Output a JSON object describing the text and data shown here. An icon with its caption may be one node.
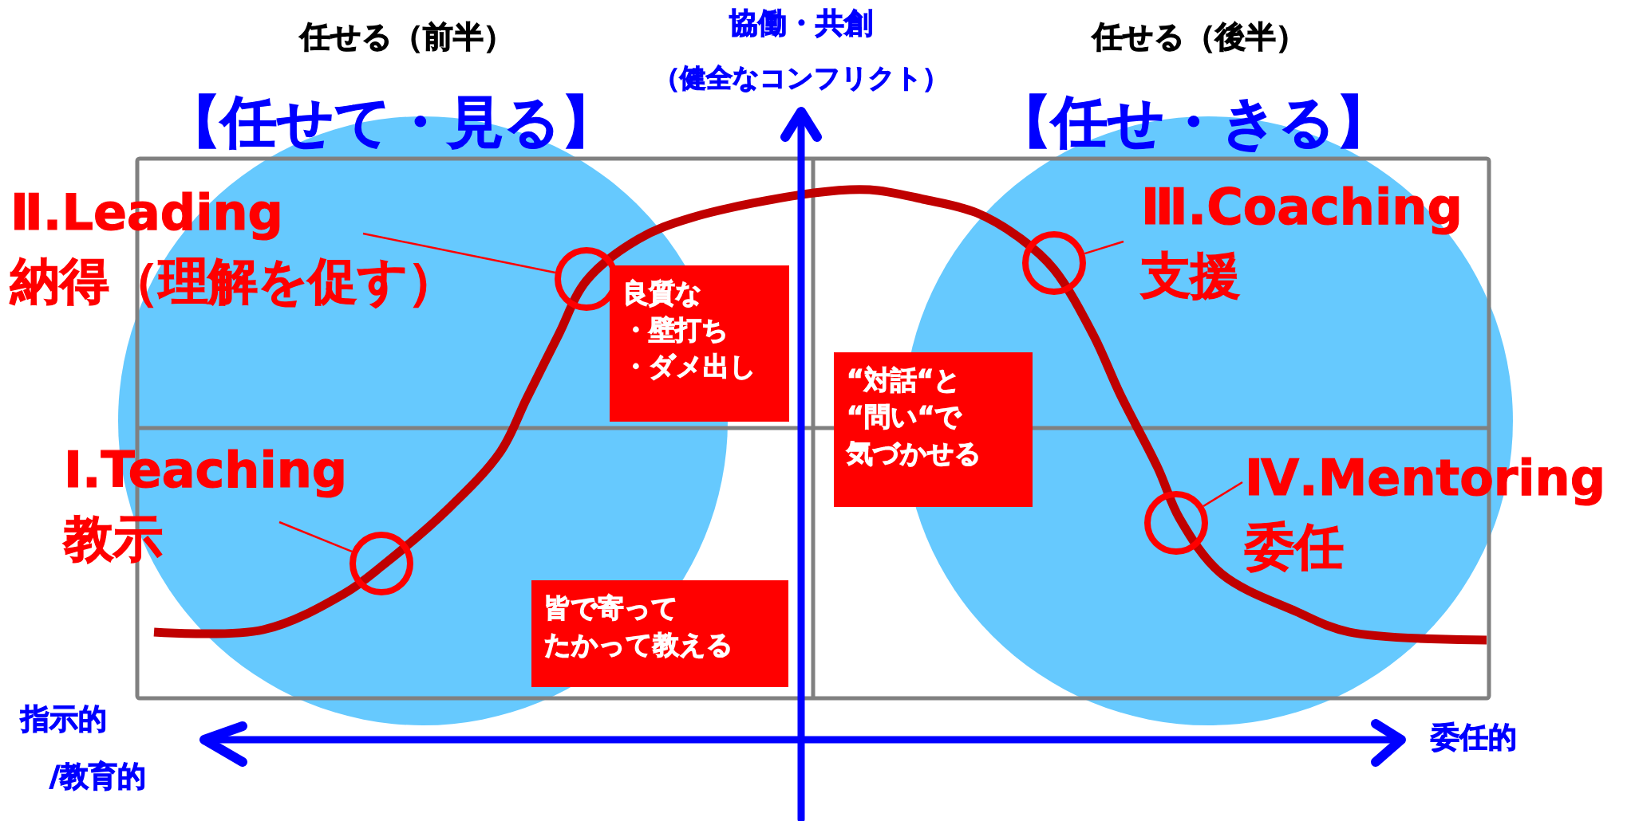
{
  "diagram": {
    "nodes": [
      {
        "text": [
          "Ⅱ.Leading",
          "納得（理解を促す）"
        ]
      },
      {
        "text": [],
        "shape": "circle"
      },
      {
        "text": [
          "Ⅲ.Coaching",
          "支援"
        ]
      },
      {
        "text": [],
        "shape": "circle"
      },
      {
        "text": [
          "良質な",
          "・壁打ち",
          "・ダメ出し"
        ]
      },
      {
        "text": [
          "“対話“と",
          "“問い“で",
          "気づかせる"
        ]
      },
      {
        "text": [
          "Ⅰ.Teaching",
          "教示"
        ]
      },
      {
        "text": [],
        "shape": "circle"
      },
      {
        "text": [
          "Ⅳ.Mentoring",
          "委任"
        ]
      },
      {
        "text": [],
        "shape": "circle"
      },
      {
        "text": [
          "皆で寄って",
          "たかって教える"
        ]
      }
    ],
    "edges": [
      {
        "from": 0,
        "to": 1,
        "arrow": "none"
      },
      {
        "from": 2,
        "to": 3,
        "arrow": "none"
      },
      {
        "from": 6,
        "to": 7,
        "arrow": "none"
      },
      {
        "from": 8,
        "to": 9,
        "arrow": "none"
      }
    ],
    "labels": [
      "任せる（前半）",
      "協働・共創",
      "任せる（後半）",
      "（健全なコンフリクト）",
      "【任せて・見る】",
      "【任せ・きる】",
      "指示的",
      "委任的",
      "/教育的"
    ]
  }
}
